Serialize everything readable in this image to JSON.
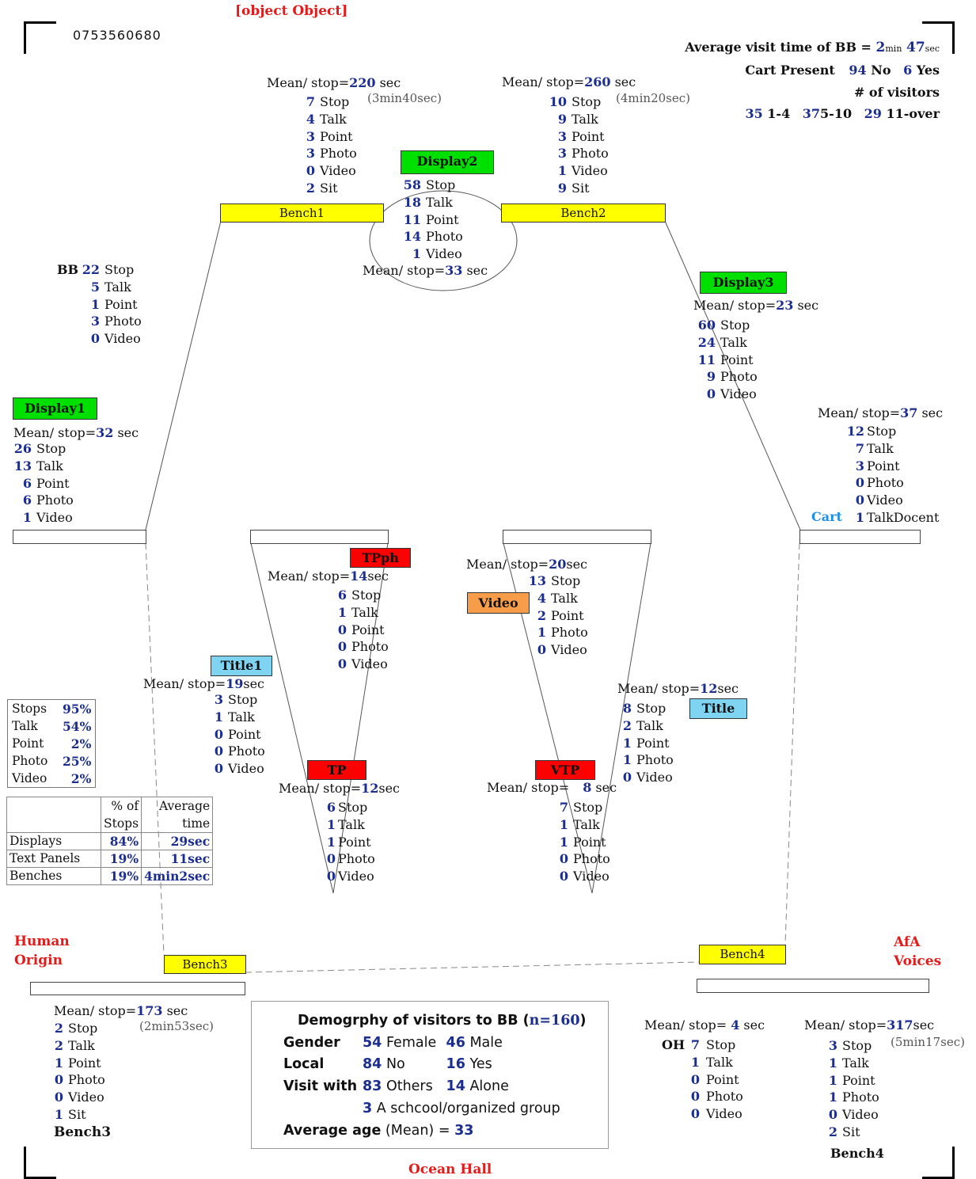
{
  "title": {
    "mean": "12",
    "stop": "8",
    "talk": "2",
    "point": "1",
    "photo": "1",
    "video": "0"
  },
  "id_number": "0753560680",
  "top_right": {
    "avg_visit_label": "Average visit time of BB =",
    "avg_min": "2",
    "min_unit": "min",
    "avg_sec": "47",
    "sec_unit": "sec",
    "cart_label": "Cart Present",
    "cart_no_n": "94",
    "cart_no": "No",
    "cart_yes_n": "6",
    "cart_yes": "Yes",
    "visitors_label": "# of visitors",
    "v1_n": "35",
    "v1": "1-4",
    "v2_n": "37",
    "v2": "5-10",
    "v3_n": "29",
    "v3": "11-over"
  },
  "mean_prefix": "Mean/ stop=",
  "sec": "sec",
  "labels": {
    "stop": "Stop",
    "talk": "Talk",
    "point": "Point",
    "photo": "Photo",
    "video": "Video",
    "sit": "Sit",
    "talkdocent": "TalkDocent"
  },
  "nodes": {
    "display1": "Display1",
    "display2": "Display2",
    "display3": "Display3",
    "bench1": "Bench1",
    "bench2": "Bench2",
    "bench3": "Bench3",
    "bench4": "Bench4",
    "tpph": "TPph",
    "tp": "TP",
    "vtp": "VTP",
    "video": "Video",
    "title1": "Title1",
    "title": "Title",
    "cart": "Cart",
    "bb": "BB",
    "oh": "OH"
  },
  "places": {
    "human_origin_1": "Human",
    "human_origin_2": "Origin",
    "afa_1": "AfA",
    "afa_2": "Voices",
    "ocean_hall": "Ocean Hall"
  },
  "bench1": {
    "mean": "220",
    "alt": "(3min40sec)",
    "stop": "7",
    "talk": "4",
    "point": "3",
    "photo": "3",
    "video": "0",
    "sit": "2"
  },
  "bench2": {
    "mean": "260",
    "alt": "(4min20sec)",
    "stop": "10",
    "talk": "9",
    "point": "3",
    "photo": "3",
    "video": "1",
    "sit": "9"
  },
  "display2": {
    "mean": "33",
    "stop": "58",
    "talk": "18",
    "point": "11",
    "photo": "14",
    "video": "1"
  },
  "bb": {
    "stop": "22",
    "talk": "5",
    "point": "1",
    "photo": "3",
    "video": "0"
  },
  "display3": {
    "mean": "23",
    "stop": "60",
    "talk": "24",
    "point": "11",
    "photo": "9",
    "video": "0"
  },
  "display1": {
    "mean": "32",
    "stop": "26",
    "talk": "13",
    "point": "6",
    "photo": "6",
    "video": "1"
  },
  "cart": {
    "mean": "37",
    "stop": "12",
    "talk": "7",
    "point": "3",
    "photo": "0",
    "video": "0",
    "talkdocent": "1"
  },
  "tpph": {
    "mean": "14",
    "stop": "6",
    "talk": "1",
    "point": "0",
    "photo": "0",
    "video": "0"
  },
  "video": {
    "mean": "20",
    "stop": "13",
    "talk": "4",
    "point": "2",
    "photo": "1",
    "video": "0"
  },
  "title1": {
    "mean": "19",
    "stop": "3",
    "talk": "1",
    "point": "0",
    "photo": "0",
    "video": "0"
  },
  "tp": {
    "mean": "12",
    "stop": "6",
    "talk": "1",
    "point": "1",
    "photo": "0",
    "video": "0"
  },
  "vtp": {
    "mean": "8",
    "stop": "7",
    "talk": "1",
    "point": "1",
    "photo": "0",
    "video": "0"
  },
  "bench3": {
    "mean": "173",
    "alt": "(2min53sec)",
    "stop": "2",
    "talk": "2",
    "point": "1",
    "photo": "0",
    "video": "0",
    "sit": "1"
  },
  "oh": {
    "mean": "4",
    "stop": "7",
    "talk": "1",
    "point": "0",
    "photo": "0",
    "video": "0"
  },
  "bench4": {
    "mean": "317",
    "alt": "(5min17sec)",
    "stop": "3",
    "talk": "1",
    "point": "1",
    "photo": "1",
    "video": "0",
    "sit": "2"
  },
  "percent_box": {
    "rows": [
      {
        "label": "Stops",
        "value": "95%"
      },
      {
        "label": "Talk",
        "value": "54%"
      },
      {
        "label": "Point",
        "value": "2%"
      },
      {
        "label": "Photo",
        "value": "25%"
      },
      {
        "label": "Video",
        "value": "2%"
      }
    ]
  },
  "summary_table": {
    "col1_a": "% of",
    "col1_b": "Stops",
    "col2_a": "Average",
    "col2_b": "time",
    "rows": [
      {
        "label": "Displays",
        "pct": "84%",
        "time": "29sec"
      },
      {
        "label": "Text Panels",
        "pct": "19%",
        "time": "11sec"
      },
      {
        "label": "Benches",
        "pct": "19%",
        "time": "4min2sec"
      }
    ]
  },
  "demography": {
    "title": "Demogrphy of visitors to BB (",
    "n": "n=160",
    "close": ")",
    "gender_label": "Gender",
    "female_n": "54",
    "female": "Female",
    "male_n": "46",
    "male": "Male",
    "local_label": "Local",
    "local_no_n": "84",
    "local_no": "No",
    "local_yes_n": "16",
    "local_yes": "Yes",
    "visit_label": "Visit with",
    "others_n": "83",
    "others": "Others",
    "alone_n": "14",
    "alone": "Alone",
    "group_n": "3",
    "group": "A schcool/organized group",
    "age_label": "Average age",
    "age_mean": "(Mean) =",
    "age": "33"
  }
}
